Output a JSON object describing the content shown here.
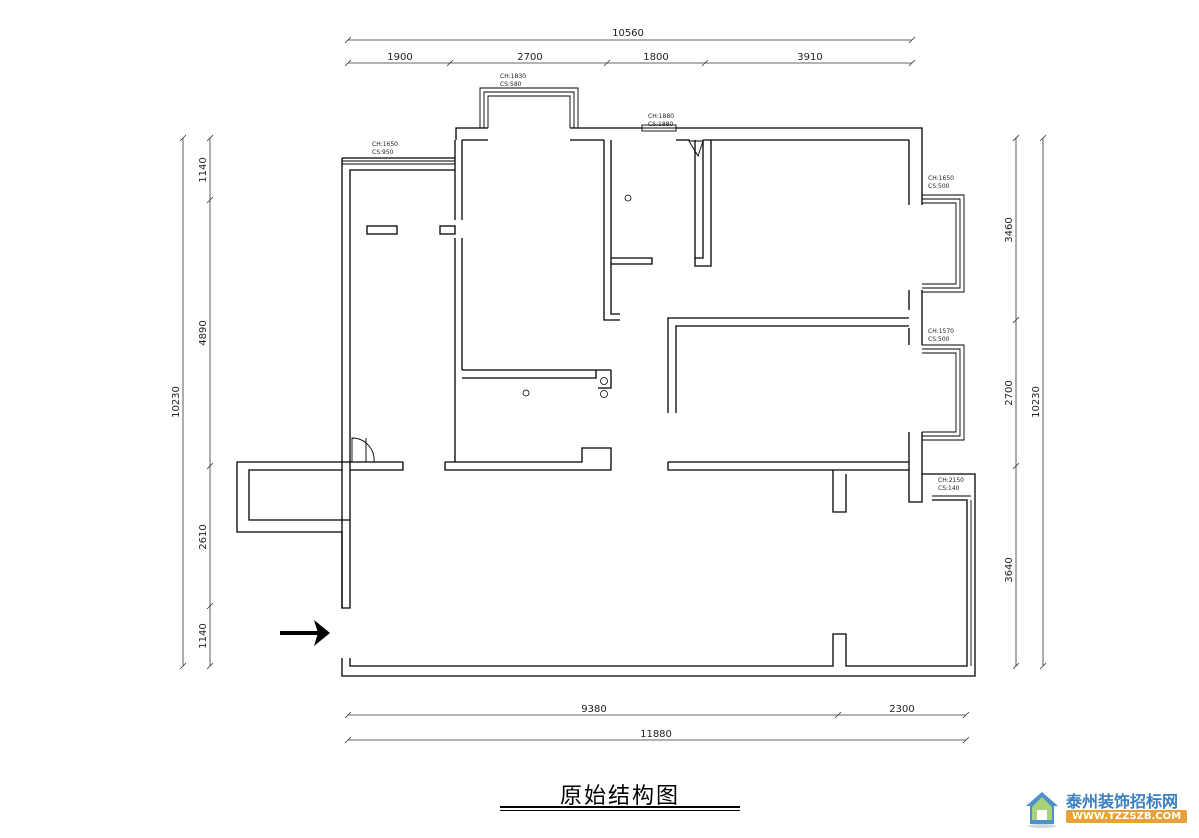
{
  "title": "原始结构图",
  "dimensions": {
    "top_total": "10560",
    "top_segments": [
      "1900",
      "2700",
      "1800",
      "3910"
    ],
    "bottom_segments": [
      "9380",
      "2300"
    ],
    "bottom_total": "11880",
    "left_total": "10230",
    "left_segments": [
      "1140",
      "4890",
      "2610",
      "1140"
    ],
    "right_total": "10230",
    "right_segments": [
      "3460",
      "2700",
      "3640"
    ]
  },
  "window_notes": {
    "top_left_bay": [
      "CH:1830",
      "CS:580"
    ],
    "top_small": [
      "CH:1880",
      "CS:1880"
    ],
    "left_balcony": [
      "CH:1650",
      "CS:950"
    ],
    "right_upper": [
      "CH:1650",
      "CS:500"
    ],
    "right_middle": [
      "CH:1570",
      "CS:500"
    ],
    "right_lower": [
      "CH:2150",
      "CS:140"
    ]
  },
  "watermark": {
    "name": "泰州装饰招标网",
    "url": "WWW.TZZSZB.COM"
  }
}
